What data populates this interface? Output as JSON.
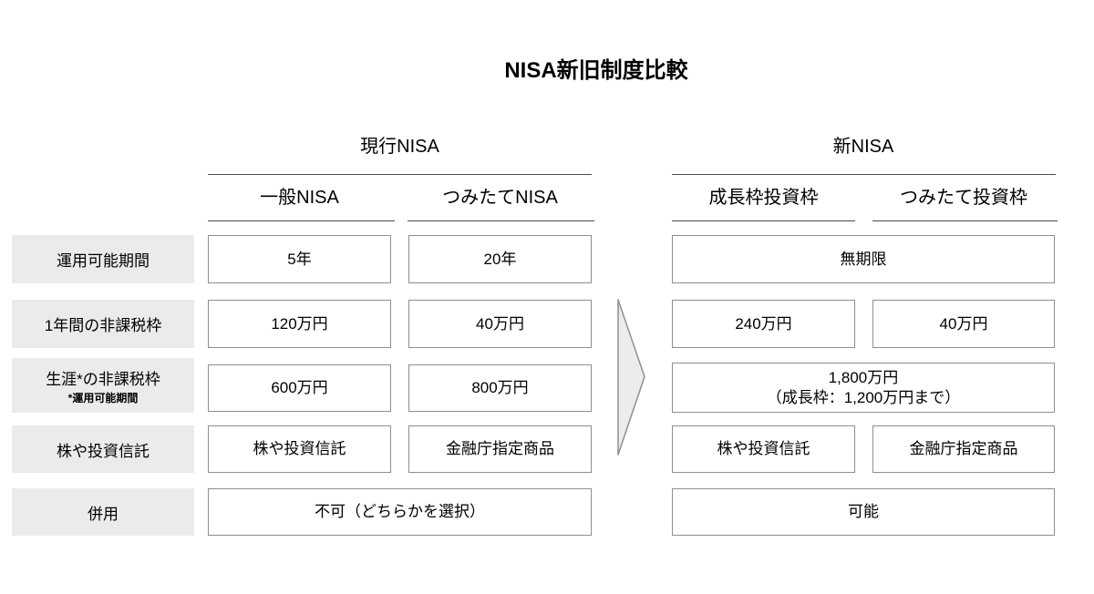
{
  "title": "NISA新旧制度比較",
  "groups": {
    "old": {
      "label": "現行NISA",
      "col1": "一般NISA",
      "col2": "つみたてNISA"
    },
    "new": {
      "label": "新NISA",
      "col1": "成長枠投資枠",
      "col2": "つみたて投資枠"
    }
  },
  "rows": {
    "period": {
      "label": "運用可能期間",
      "old1": "5年",
      "old2": "20年",
      "new_span": "無期限"
    },
    "annual": {
      "label": "1年間の非課税枠",
      "old1": "120万円",
      "old2": "40万円",
      "new1": "240万円",
      "new2": "40万円"
    },
    "lifetime": {
      "label": "生涯*の非課税枠",
      "note": "*運用可能期間",
      "old1": "600万円",
      "old2": "800万円",
      "new_line1": "1,800万円",
      "new_line2": "（成長枠：1,200万円まで）"
    },
    "products": {
      "label": "株や投資信託",
      "old1": "株や投資信託",
      "old2": "金融庁指定商品",
      "new1": "株や投資信託",
      "new2": "金融庁指定商品"
    },
    "combined": {
      "label": "併用",
      "old_span": "不可（どちらかを選択）",
      "new_span": "可能"
    }
  },
  "icons": {
    "transition_arrow": "right-pointing-triangle"
  },
  "colors": {
    "label_bg": "#ebebeb",
    "cell_border": "#8f8f8f",
    "underline": "#4a4a4a",
    "arrow_fill": "#ececec",
    "arrow_stroke": "#8f8f8f"
  }
}
